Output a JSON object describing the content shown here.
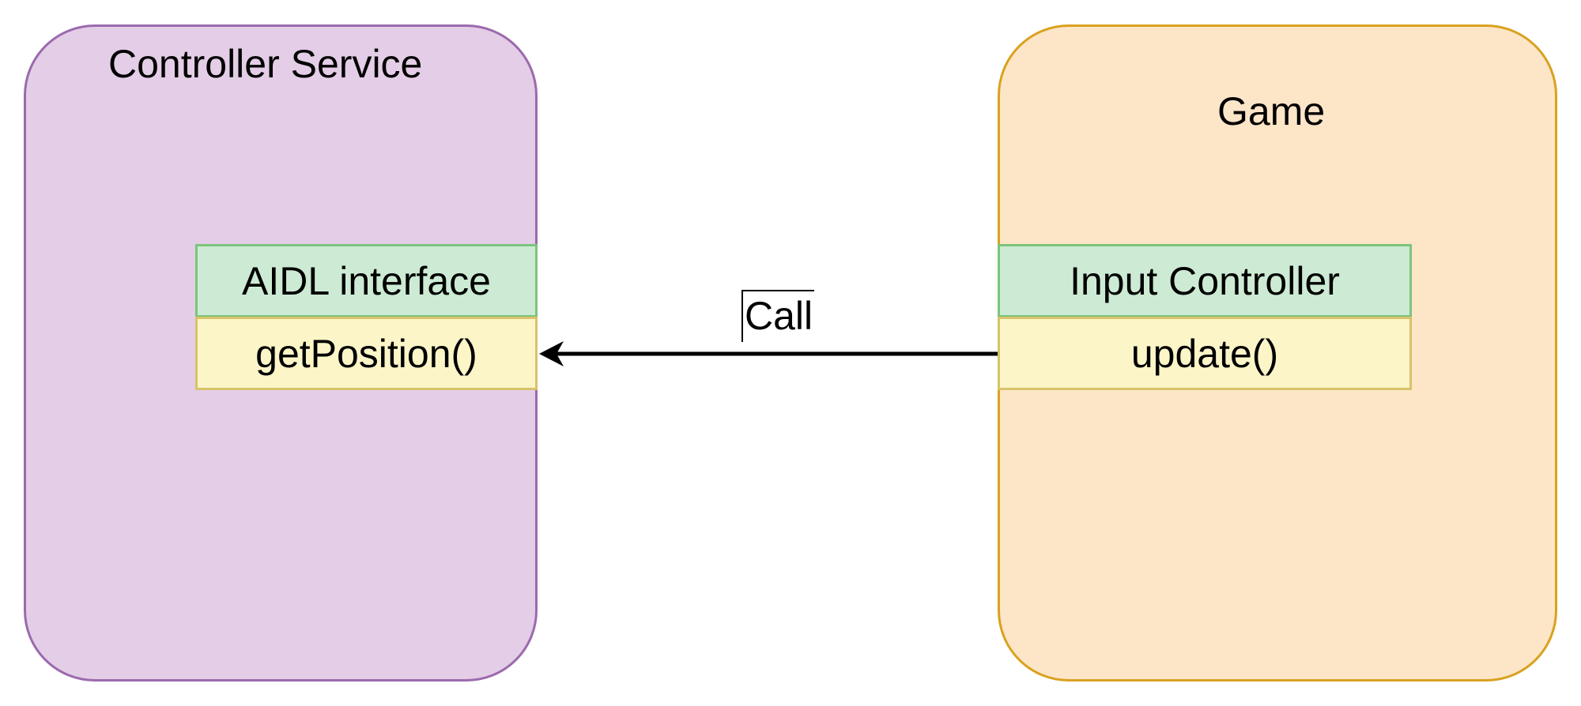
{
  "diagram": {
    "controller_service": {
      "title": "Controller Service",
      "fill": "#e4cde6",
      "stroke": "#9b6aae",
      "interface": {
        "header": "AIDL interface",
        "method": "getPosition()"
      }
    },
    "game": {
      "title": "Game",
      "fill": "#fde5c8",
      "stroke": "#d9a21e",
      "controller": {
        "header": "Input Controller",
        "method": "update()"
      }
    },
    "edge": {
      "label": "Call",
      "from": "update()",
      "to": "getPosition()"
    },
    "colors": {
      "header_fill": "#cdebd4",
      "header_stroke": "#7cc47c",
      "method_fill": "#fbf5c8",
      "method_stroke": "#d8c36a",
      "arrow": "#000000"
    }
  }
}
